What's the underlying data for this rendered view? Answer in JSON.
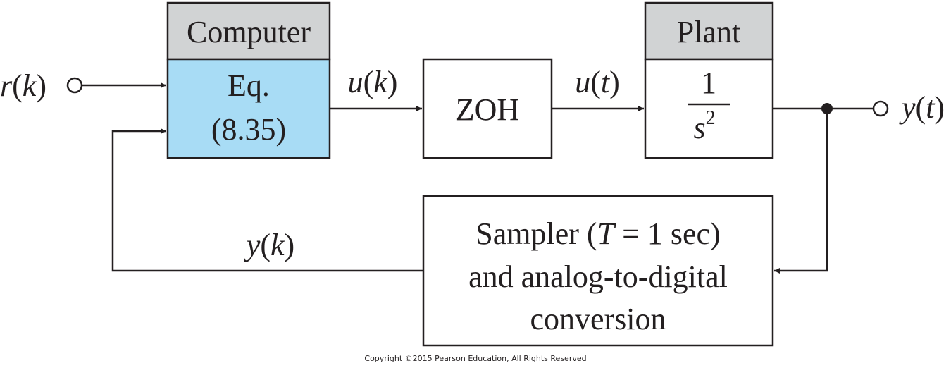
{
  "colors": {
    "header_fill": "#d1d3d4",
    "computer_fill": "#a8dcf5",
    "line": "#231f20",
    "background": "#ffffff"
  },
  "signals": {
    "input": {
      "name": "r",
      "arg": "k"
    },
    "control_discrete": {
      "name": "u",
      "arg": "k"
    },
    "control_continuous": {
      "name": "u",
      "arg": "t"
    },
    "output": {
      "name": "y",
      "arg": "t"
    },
    "feedback": {
      "name": "y",
      "arg": "k"
    },
    "open": "(",
    "close": ")"
  },
  "blocks": {
    "computer": {
      "header": "Computer",
      "line1": "Eq.",
      "line2": "(8.35)"
    },
    "zoh": {
      "label": "ZOH"
    },
    "plant": {
      "header": "Plant",
      "numerator": "1",
      "denominator_base": "s",
      "denominator_exp": "2"
    },
    "sampler": {
      "line1_pre": "Sampler (",
      "line1_var": "T",
      "line1_post": " = 1 sec)",
      "line2": "and analog-to-digital",
      "line3": "conversion"
    }
  },
  "footer": {
    "copyright": "Copyright ©2015 Pearson Education, All Rights Reserved"
  }
}
